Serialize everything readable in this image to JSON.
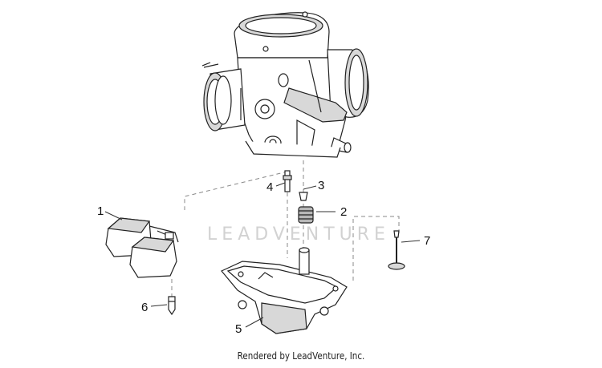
{
  "watermark": "LEADVENTURE",
  "footer": "Rendered by LeadVenture, Inc.",
  "callouts": {
    "c1": "1",
    "c2": "2",
    "c3": "3",
    "c4": "4",
    "c5": "5",
    "c6": "6",
    "c7": "7"
  }
}
